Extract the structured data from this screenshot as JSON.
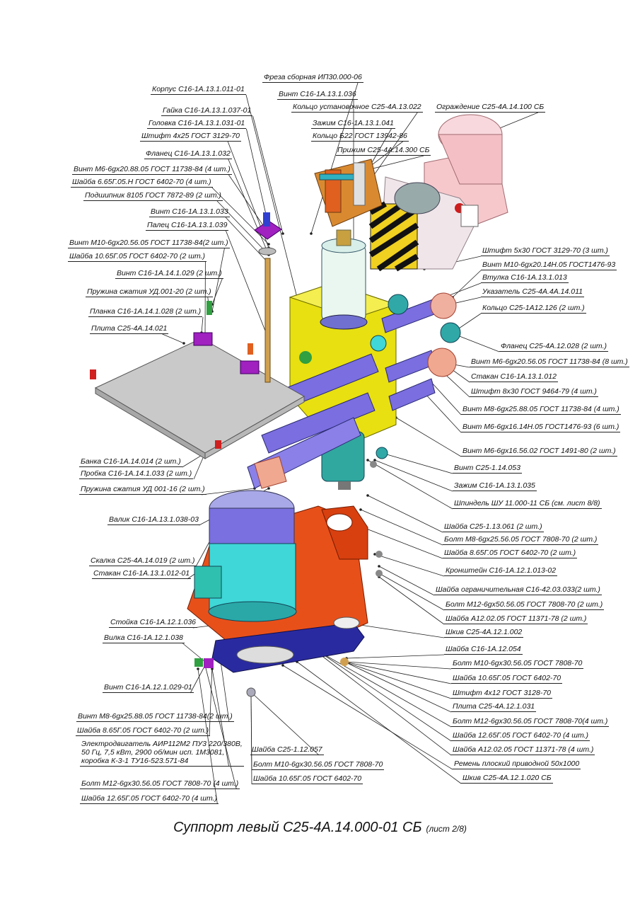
{
  "title": "Суппорт левый С25-4А.14.000-01 СБ",
  "sheet": "(лист 2/8)",
  "labels": [
    "Фреза сборная ИП30.000-06",
    "Корпус С16-1А.13.1.011-01",
    "Винт С16-1А.13.1.036",
    "Кольцо установочное С25-4А.13.022",
    "Гайка С16-1А.13.1.037-01",
    "Ограждение С25-4А.14.100 СБ",
    "Головка С16-1А.13.1.031-01",
    "Зажим С16-1А.13.1.041",
    "Штифт 4х25 ГОСТ 3129-70",
    "Кольцо Б22 ГОСТ 13942-86",
    "Фланец С16-1А.13.1.032",
    "Прижим С25-4А.14.300 СБ",
    "Винт М6-6gх20.88.05 ГОСТ 11738-84 (4 шт.)",
    "Шайба 6.65Г.05.Н ГОСТ 6402-70 (4 шт.)",
    "Подшипник 8105 ГОСТ 7872-89 (2 шт.)",
    "Винт С16-1А.13.1.033",
    "Палец С16-1А.13.1.039",
    "Винт М10-6gх20.56.05 ГОСТ 11738-84(2 шт.)",
    "Шайба 10.65Г.05 ГОСТ 6402-70 (2 шт.)",
    "Штифт 5х30 ГОСТ 3129-70 (3 шт.)",
    "Винт М10-6gх20.14Н.05 ГОСТ1476-93",
    "Винт С16-1А.14.1.029 (2 шт.)",
    "Втулка С16-1А.13.1.013",
    "Пружина сжатия УД.001-20 (2 шт.)",
    "Указатель С25-4А.4А.14.011",
    "Кольцо С25-1А12.126 (2 шт.)",
    "Планка С16-1А.14.1.028 (2 шт.)",
    "Плита С25-4А.14.021",
    "Фланец С25-4А.12.028 (2 шт.)",
    "Винт М6-6gх20.56.05 ГОСТ 11738-84 (8 шт.)",
    "Стакан С16-1А.13.1.012",
    "Штифт 8х30 ГОСТ 9464-79 (4 шт.)",
    "Винт М8-6gх25.88.05 ГОСТ 11738-84 (4 шт.)",
    "Винт М6-6gх16.14Н.05 ГОСТ1476-93 (6 шт.)",
    "Винт М6-6gх16.56.02 ГОСТ 1491-80 (2 шт.)",
    "Банка С16-1А.14.014 (2 шт.)",
    "Винт С25-1.14.053",
    "Пробка С16-1А.14.1.033 (2 шт.)",
    "Зажим С16-1А.13.1.035",
    "Пружина сжатия УД 001-16 (2 шт.)",
    "Шпиндель ШУ 11.000-11 СБ (см. лист 8/8)",
    "Валик С16-1А.13.1.038-03",
    "Шайба С25-1.13.061 (2 шт.)",
    "Болт М8-6gх25.56.05 ГОСТ 7808-70 (2 шт.)",
    "Шайба 8.65Г.05 ГОСТ 6402-70 (2 шт.)",
    "Скалка С25-4А.14.019 (2 шт.)",
    "Стакан С16-1А.13.1.012-01",
    "Кронштейн С16-1А.12.1.013-02",
    "Шайба ограничительная С16-42.03.033(2 шт.)",
    "Болт М12-6gх50.56.05 ГОСТ 7808-70 (2 шт.)",
    "Шайба А12.02.05 ГОСТ 11371-78 (2 шт.)",
    "Стойка С16-1А.12.1.036",
    "Шкив С25-4А.12.1.002",
    "Вилка С16-1А.12.1.038",
    "Шайба С16-1А.12.054",
    "Болт М10-6gх30.56.05 ГОСТ 7808-70",
    "Шайба 10.65Г.05 ГОСТ 6402-70",
    "Винт С16-1А.12.1.029-01",
    "Штифт 4х12 ГОСТ 3128-70",
    "Плита С25-4А.12.1.031",
    "Болт М12-6gх30.56.05 ГОСТ 7808-70(4 шт.)",
    "Винт М8-6gх25.88.05 ГОСТ 11738-84(2 шт.)",
    "Шайба 12.65Г.05 ГОСТ 6402-70 (4 шт.)",
    "Шайба 8.65Г.05 ГОСТ 6402-70 (2 шт.)",
    "Шайба А12.02.05 ГОСТ 11371-78 (4 шт.)",
    "Электродвигатель АИР112М2 ПУ3 220/380В,\n50 Гц, 7,5 кВт, 2900 об/мин исп. 1М3081,\nкоробка К-3-1 ТУ16-523.571-84",
    "Шайба С25-1.12.057",
    "Ремень плоский приводной 50х1000",
    "Болт М10-6gх30.56.05 ГОСТ 7808-70",
    "Шкив С25-4А.12.1.020 СБ",
    "Шайба 10.65Г.05 ГОСТ 6402-70",
    "Болт М12-6gх30.56.05 ГОСТ 7808-70 (4 шт.)",
    "Шайба 12.65Г.05 ГОСТ 6402-70 (4 шт.)"
  ],
  "colors": {
    "yellow": "#e8e010",
    "blue": "#7a6ee0",
    "cyan": "#3fd7d7",
    "orange": "#e8501a",
    "pink": "#f6c8cc",
    "gray": "#c8c8c8",
    "navy": "#2a2aa0",
    "teal": "#2aa8a8",
    "magenta": "#a020c0"
  }
}
